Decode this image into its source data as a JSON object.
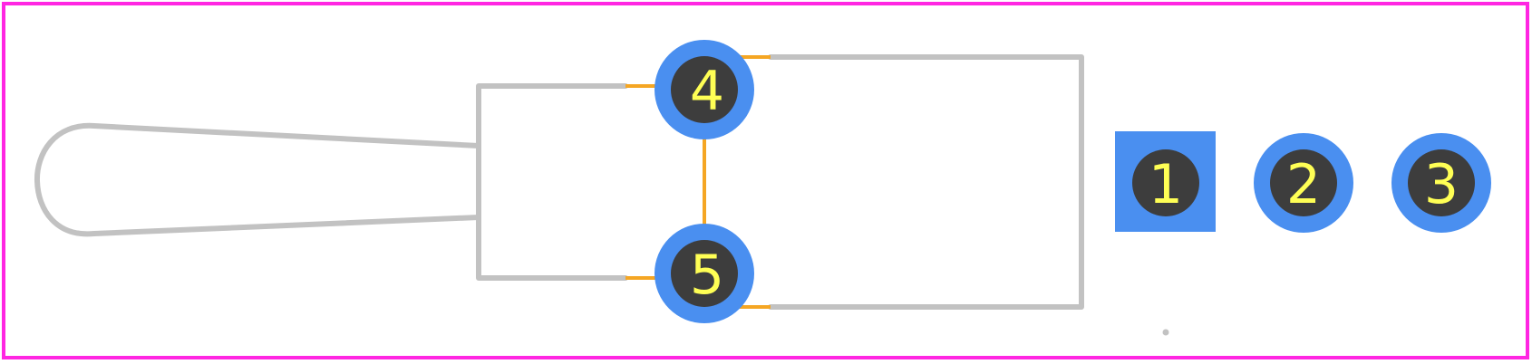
{
  "colors": {
    "background": "#ffffff",
    "board_outline": "#ff26e2",
    "silkscreen": "#c2c2c2",
    "copper_trace": "#f5a623",
    "pad": "#4a8ff0",
    "drill_hole": "#3d3d3d",
    "pin_label": "#ffff55"
  },
  "pads": [
    {
      "pin": "1",
      "shape": "square"
    },
    {
      "pin": "2",
      "shape": "round"
    },
    {
      "pin": "3",
      "shape": "round"
    },
    {
      "pin": "4",
      "shape": "round"
    },
    {
      "pin": "5",
      "shape": "round"
    }
  ]
}
